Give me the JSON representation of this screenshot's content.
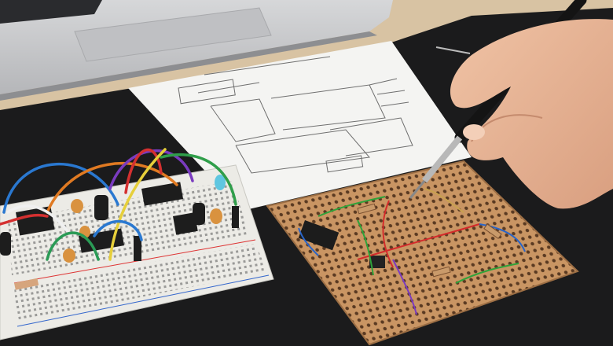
{
  "scene": {
    "description_tags": [
      "laptop",
      "schematic-paper",
      "breadboard",
      "perfboard",
      "hand",
      "soldering-pen"
    ],
    "colors": {
      "mat": "#1b1b1c",
      "desk": "#d8c3a3",
      "laptop": "#c9cacc",
      "paper": "#f4f4f2",
      "breadboard": "#ecebe6",
      "perfboard": "#c79463",
      "skin": "#e6b596",
      "pen": "#141414"
    }
  }
}
